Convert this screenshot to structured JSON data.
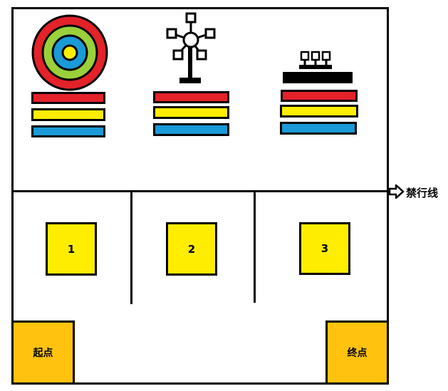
{
  "colors": {
    "red": "#e32229",
    "yellow": "#ffed00",
    "blue": "#1a9ad6",
    "green": "#9ad03a",
    "gold": "#ffc20e",
    "black": "#000000"
  },
  "icons": {
    "station_1": "target-icon",
    "station_2": "ferris-wheel-icon",
    "station_3": "stage-lights-icon"
  },
  "forbidden_line": {
    "label": "禁行线"
  },
  "zones": [
    {
      "label": "1"
    },
    {
      "label": "2"
    },
    {
      "label": "3"
    }
  ],
  "start": {
    "label": "起点"
  },
  "end": {
    "label": "终点"
  }
}
